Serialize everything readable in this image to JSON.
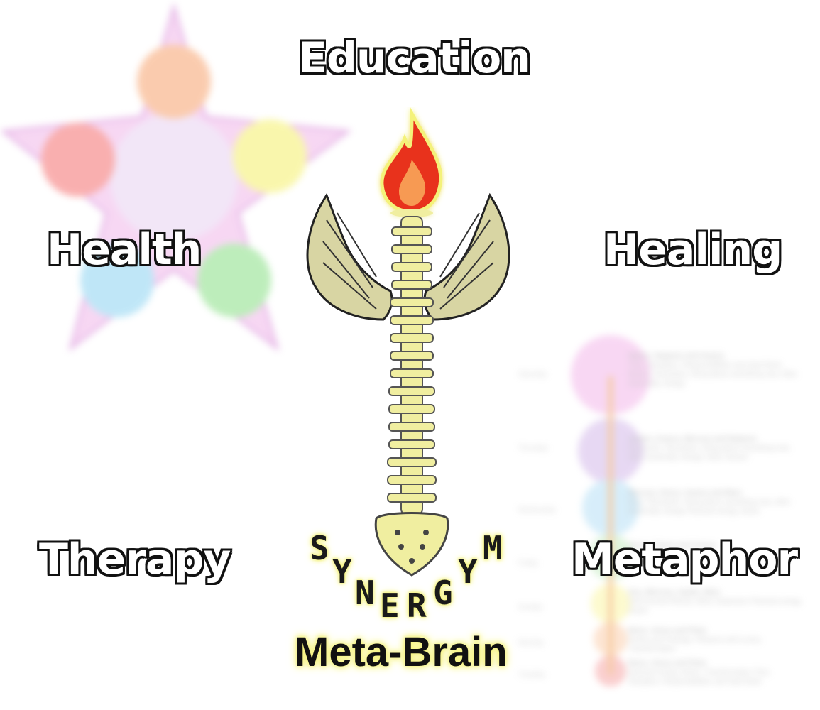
{
  "labels": {
    "education": "Education",
    "health": "Health",
    "healing": "Healing",
    "therapy": "Therapy",
    "metaphor": "Metaphor"
  },
  "logo": {
    "brand_letters": [
      "S",
      "Y",
      "N",
      "E",
      "R",
      "G",
      "Y",
      "M"
    ],
    "tagline": "Meta-Brain"
  },
  "background_chart": {
    "rows": [
      {
        "day": "Saturday",
        "title": "Saturn, Neptune and Uranus",
        "text": "Time, Discipline, Responsibilities and Hard Work, Illusion, Revolution, Bring about something new, often drastically change",
        "color": "#f3c6ec"
      },
      {
        "day": "Thursday",
        "title": "Jupiter, Uranus, Mercury and Neptune",
        "text": "Expansion, Revolution, Bring about something new, often drastically change, Mind, Illusion",
        "color": "#dcc9ec"
      },
      {
        "day": "Wednesday",
        "title": "Mercury, Venus, Uranus and Mars",
        "text": "Mind, Revolution, Bring about something new, often drastically change Physical energy, Action",
        "color": "#c7e7f6"
      },
      {
        "day": "Friday",
        "title": "Venus, Saturn and Uranus",
        "text": "",
        "color": "#d9f1d7"
      },
      {
        "day": "Sunday",
        "title": "Sun, Mercury, Jupiter, Mars",
        "text": "Self (Central Planet), Mind, Expansion Physical energy, Action",
        "color": "#fbf8c9"
      },
      {
        "day": "Monday",
        "title": "Moon, Venus and Pluto",
        "text": "Needs and Feelings, Pleasure and Luxury, Transformation",
        "color": "#fbdcc7"
      },
      {
        "day": "Tuesday",
        "title": "Moon, Venus and Pluto",
        "text": "physical energy, Action, Transformation Time, Discipline, Responsibilities and Hard Work",
        "color": "#f8c8c8"
      }
    ]
  },
  "colors": {
    "outline": "#111111",
    "flame_outer": "#e8321a",
    "flame_inner": "#f79a52",
    "spine": "#f0eea0",
    "wing": "#d8d5a3",
    "glow": "#f4f27a"
  }
}
